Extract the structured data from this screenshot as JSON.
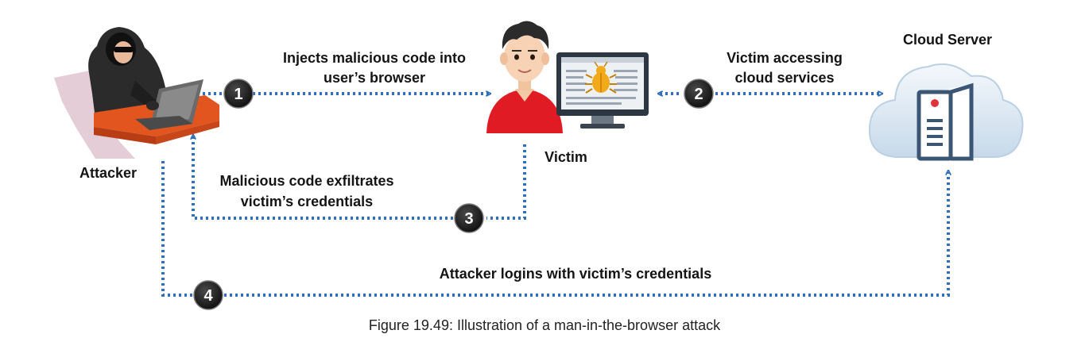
{
  "colors": {
    "arrow": "#2f6fbd",
    "badge": "#1b1b1b",
    "text": "#141414"
  },
  "labels": {
    "attacker": "Attacker",
    "victim": "Victim",
    "cloud_server": "Cloud Server"
  },
  "steps": [
    {
      "number": "1",
      "text_line1": "Injects malicious code into",
      "text_line2": "user’s browser"
    },
    {
      "number": "2",
      "text_line1": "Victim accessing",
      "text_line2": "cloud services"
    },
    {
      "number": "3",
      "text_line1": "Malicious code exfiltrates",
      "text_line2": "victim’s credentials"
    },
    {
      "number": "4",
      "text_line1": "Attacker logins with victim’s credentials"
    }
  ],
  "caption": "Figure 19.49: Illustration of a man-in-the-browser attack",
  "icons": {
    "attacker": "hooded-hacker-with-laptop-icon",
    "victim": "person-icon",
    "monitor": "infected-computer-monitor-icon",
    "bug": "bug-icon",
    "cloud_server": "cloud-server-icon"
  }
}
